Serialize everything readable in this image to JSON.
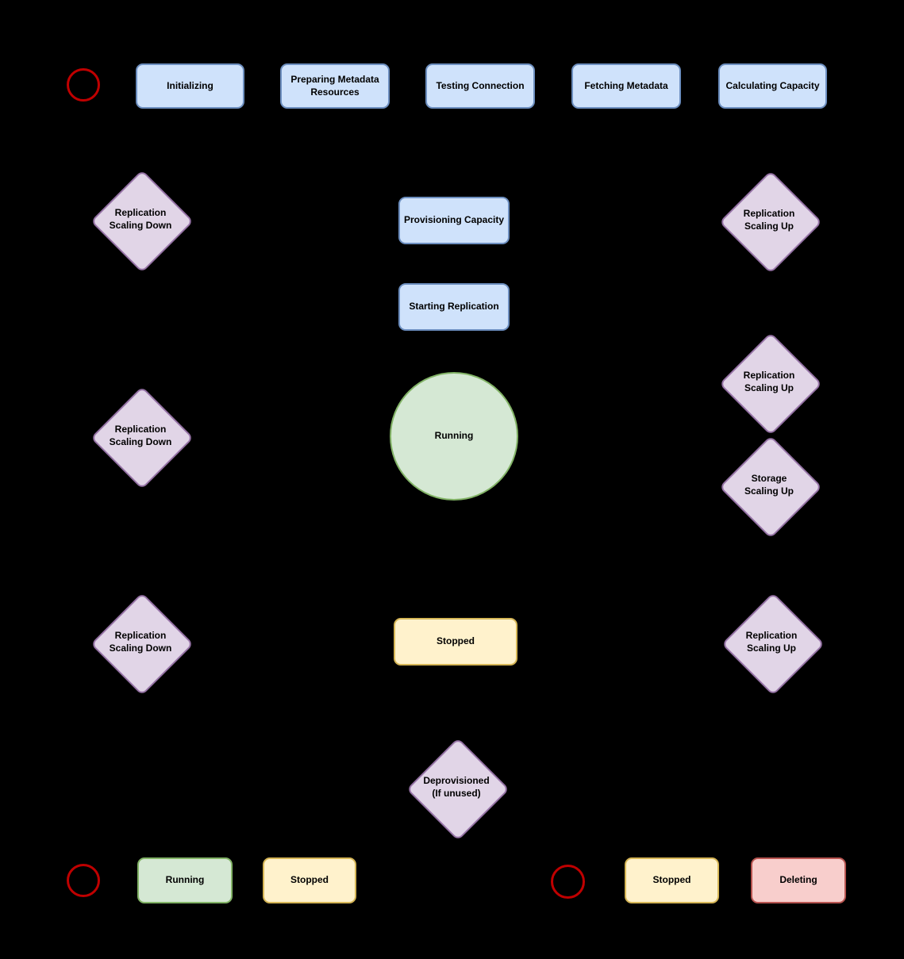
{
  "diagram": {
    "description": "State diagram on black background showing a replication lifecycle: provisioning flow, running/scaling states, stop and delete flows",
    "background_color": "#000000"
  },
  "palette": {
    "blue_fill": "#cfe2fb",
    "blue_stroke": "#6c8ebf",
    "purple_fill": "#e1d5e7",
    "purple_stroke": "#9673a6",
    "green_fill": "#d5e8d4",
    "green_stroke": "#82b366",
    "yellow_fill": "#fff2cc",
    "yellow_stroke": "#d6b656",
    "pink_fill": "#f8cecc",
    "pink_stroke": "#b85450",
    "start_circle_stroke": "#bf0000",
    "text_color": "#000000"
  },
  "nodes": [
    {
      "id": "start-top",
      "shape": "start-circle",
      "label": ""
    },
    {
      "id": "initializing",
      "shape": "rect",
      "color": "blue",
      "label": "Initializing"
    },
    {
      "id": "preparing-metadata",
      "shape": "rect",
      "color": "blue",
      "label": "Preparing Metadata\nResources"
    },
    {
      "id": "testing-connection",
      "shape": "rect",
      "color": "blue",
      "label": "Testing Connection"
    },
    {
      "id": "fetching-metadata",
      "shape": "rect",
      "color": "blue",
      "label": "Fetching Metadata"
    },
    {
      "id": "calculating-capacity",
      "shape": "rect",
      "color": "blue",
      "label": "Calculating Capacity"
    },
    {
      "id": "provisioning-capacity",
      "shape": "rect",
      "color": "blue",
      "label": "Provisioning Capacity"
    },
    {
      "id": "starting-replication",
      "shape": "rect",
      "color": "blue",
      "label": "Starting Replication"
    },
    {
      "id": "running",
      "shape": "circle",
      "color": "green",
      "label": "Running"
    },
    {
      "id": "stopped-center",
      "shape": "rect",
      "color": "yellow",
      "label": "Stopped"
    },
    {
      "id": "deprovisioned",
      "shape": "diamond",
      "color": "purple",
      "label": "Deprovisioned\n(If unused)"
    },
    {
      "id": "replication-scaling-down-1",
      "shape": "diamond",
      "color": "purple",
      "label": "Replication\nScaling Down"
    },
    {
      "id": "replication-scaling-down-2",
      "shape": "diamond",
      "color": "purple",
      "label": "Replication\nScaling Down"
    },
    {
      "id": "replication-scaling-down-3",
      "shape": "diamond",
      "color": "purple",
      "label": "Replication\nScaling Down"
    },
    {
      "id": "replication-scaling-up-1",
      "shape": "diamond",
      "color": "purple",
      "label": "Replication\nScaling Up"
    },
    {
      "id": "replication-scaling-up-2",
      "shape": "diamond",
      "color": "purple",
      "label": "Replication\nScaling Up"
    },
    {
      "id": "storage-scaling-up",
      "shape": "diamond",
      "color": "purple",
      "label": "Storage\nScaling Up"
    },
    {
      "id": "replication-scaling-up-3",
      "shape": "diamond",
      "color": "purple",
      "label": "Replication\nScaling Up"
    },
    {
      "id": "start-bottom-left",
      "shape": "start-circle",
      "label": ""
    },
    {
      "id": "running-bottom",
      "shape": "rect",
      "color": "green",
      "label": "Running"
    },
    {
      "id": "stopped-bottom-left",
      "shape": "rect",
      "color": "yellow",
      "label": "Stopped"
    },
    {
      "id": "start-bottom-right",
      "shape": "start-circle",
      "label": ""
    },
    {
      "id": "stopped-bottom-right",
      "shape": "rect",
      "color": "yellow",
      "label": "Stopped"
    },
    {
      "id": "deleting",
      "shape": "rect",
      "color": "pink",
      "label": "Deleting"
    }
  ]
}
